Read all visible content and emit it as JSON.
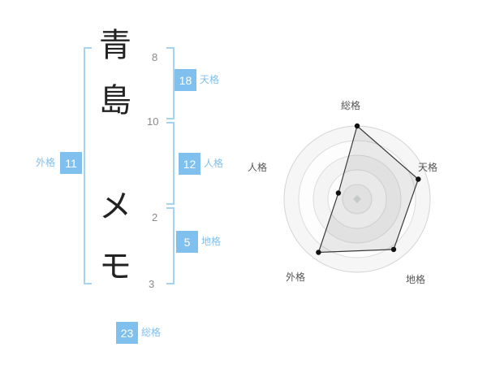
{
  "name": {
    "chars": [
      {
        "glyph": "青",
        "strokes": "8"
      },
      {
        "glyph": "島",
        "strokes": "10"
      },
      {
        "glyph": "メ",
        "strokes": "2"
      },
      {
        "glyph": "モ",
        "strokes": "3"
      }
    ]
  },
  "scores": {
    "tenkaku": {
      "label": "天格",
      "value": "18"
    },
    "jinkaku": {
      "label": "人格",
      "value": "12"
    },
    "chikaku": {
      "label": "地格",
      "value": "5"
    },
    "gaikaku": {
      "label": "外格",
      "value": "11"
    },
    "soukaku": {
      "label": "総格",
      "value": "23"
    }
  },
  "colors": {
    "accent": "#7fc0ee",
    "bracket": "#a5d3f2"
  },
  "chart_data": {
    "type": "radar",
    "axes": [
      "総格",
      "天格",
      "地格",
      "外格",
      "人格"
    ],
    "values": [
      100,
      88,
      85,
      90,
      27
    ],
    "max": 100,
    "rings": 5,
    "legend": "none",
    "grid": "concentric-circles"
  }
}
